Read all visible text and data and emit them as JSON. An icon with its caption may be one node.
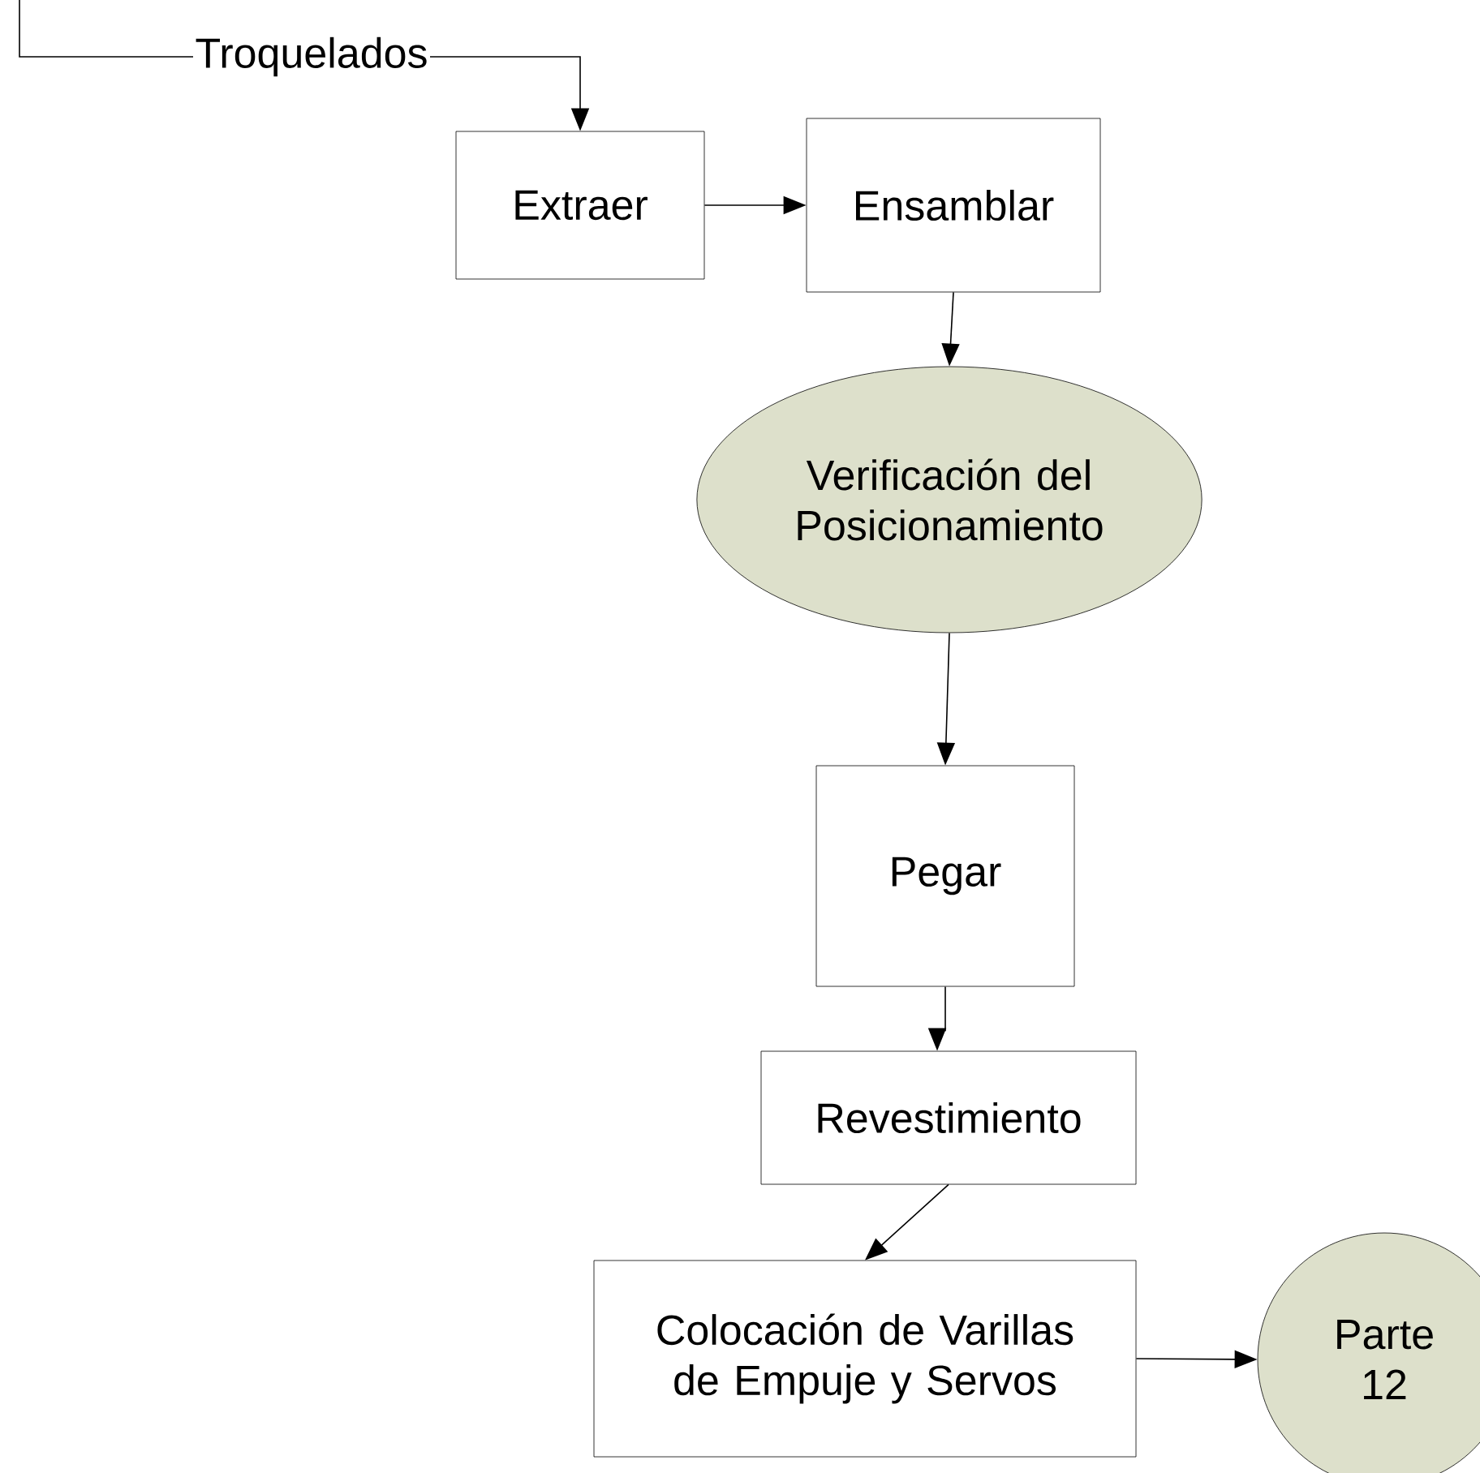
{
  "diagram": {
    "nodes": [
      {
        "text": [
          "Troquelados"
        ]
      },
      {
        "text": [
          "Extraer"
        ]
      },
      {
        "text": [
          "Ensamblar"
        ]
      },
      {
        "text": [
          "Verificación del Posicionamiento"
        ]
      },
      {
        "text": [
          "Pegar"
        ]
      },
      {
        "text": [
          "Revestimiento"
        ]
      },
      {
        "text": [
          "Colocación de Varillas de Empuje y Servos"
        ]
      },
      {
        "text": [
          "Parte 12"
        ]
      }
    ],
    "edges": [
      {
        "from": null,
        "to": 0,
        "arrow": "none"
      },
      {
        "from": 0,
        "to": 1,
        "arrow": "to"
      },
      {
        "from": 1,
        "to": 2,
        "arrow": "to"
      },
      {
        "from": 2,
        "to": 3,
        "arrow": "to"
      },
      {
        "from": 3,
        "to": 4,
        "arrow": "to"
      },
      {
        "from": 4,
        "to": 5,
        "arrow": "to"
      },
      {
        "from": 5,
        "to": 6,
        "arrow": "to"
      },
      {
        "from": 6,
        "to": 7,
        "arrow": "to"
      }
    ]
  }
}
